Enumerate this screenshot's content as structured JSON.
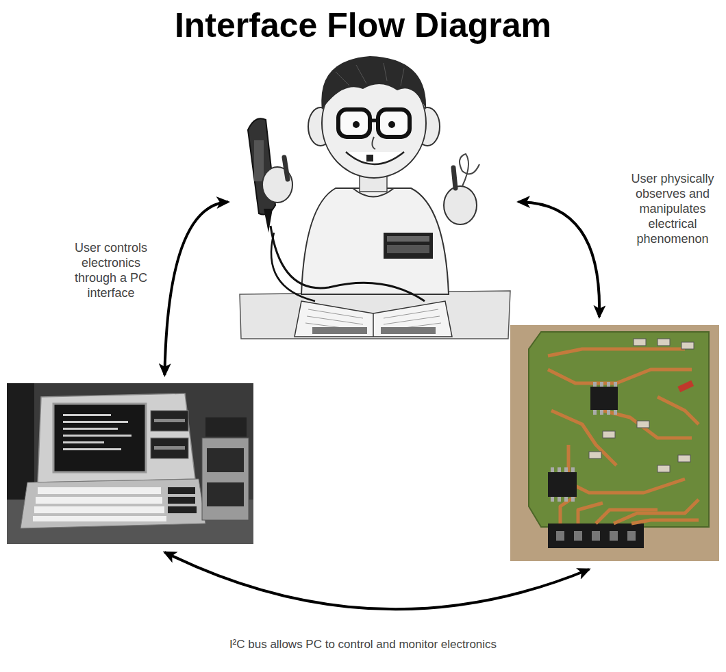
{
  "diagram": {
    "title": "Interface Flow Diagram",
    "nodes": [
      {
        "text": []
      },
      {
        "text": []
      },
      {
        "text": []
      }
    ],
    "edges": [
      {
        "from": 1,
        "to": 0,
        "arrow": "both",
        "label": "User controls electronics through a PC interface"
      },
      {
        "from": 0,
        "to": 2,
        "arrow": "both",
        "label": "User physically observes and manipulates electrical phenomenon"
      },
      {
        "from": 1,
        "to": 2,
        "arrow": "both",
        "label": "I²C bus allows PC to control and monitor electronics"
      }
    ]
  }
}
